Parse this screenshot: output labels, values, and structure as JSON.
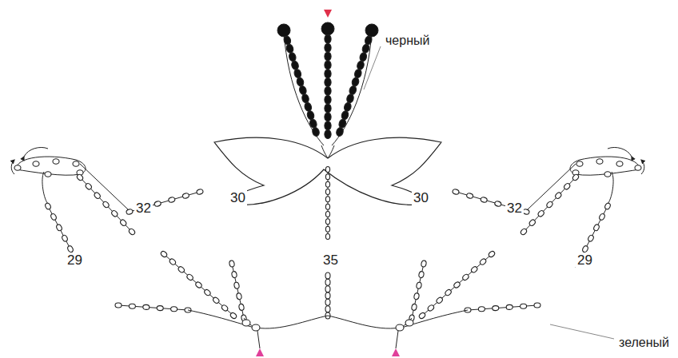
{
  "diagram": {
    "labels": [
      "черный",
      "30",
      "30",
      "32",
      "32",
      "35",
      "29",
      "29",
      "зеленый"
    ]
  }
}
